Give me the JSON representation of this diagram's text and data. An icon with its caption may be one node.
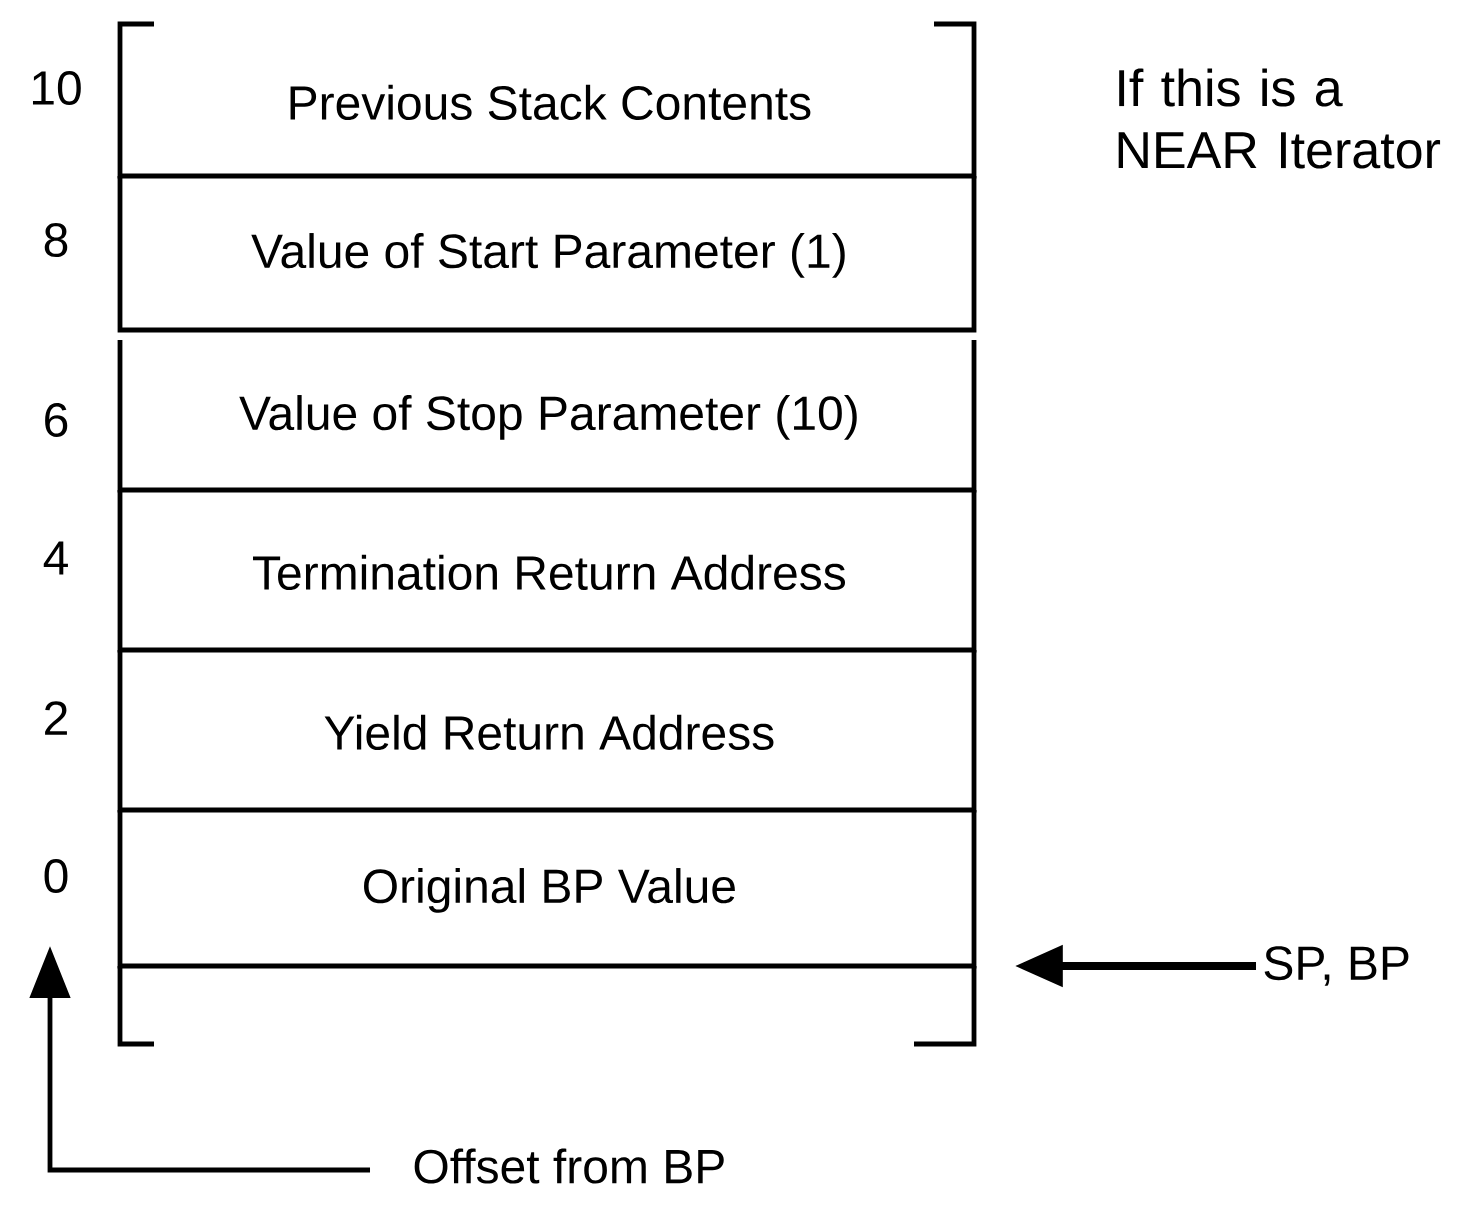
{
  "diagram": {
    "nodes": [
      {
        "text": [
          "Previous Stack Contents"
        ],
        "beside": [
          "10"
        ]
      },
      {
        "text": [
          "Value of  Start Parameter (1)"
        ],
        "beside": [
          "8"
        ]
      },
      {
        "text": [
          "Value of  Stop Parameter  (10)"
        ],
        "beside": [
          "6"
        ]
      },
      {
        "text": [
          "Termination Return Address"
        ],
        "beside": [
          "4"
        ]
      },
      {
        "text": [
          "Yield Return Address"
        ],
        "beside": [
          "2"
        ]
      },
      {
        "text": [
          "Original BP Value"
        ],
        "beside": [
          "0"
        ]
      },
      {
        "text": [],
        "shape": "box"
      },
      {
        "text": [
          "SP, BP"
        ]
      }
    ],
    "edges": [
      {
        "from": 7,
        "to": 6,
        "arrow": "to"
      }
    ],
    "labels": [
      "If this is a NEAR Iterator",
      "Offset from BP"
    ]
  }
}
